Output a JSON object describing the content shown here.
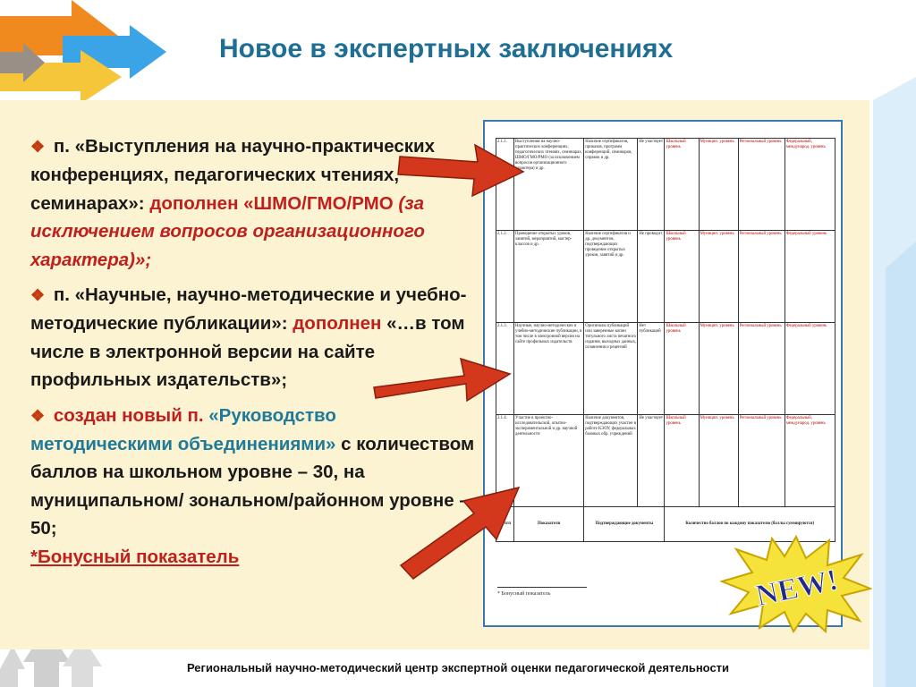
{
  "title": "Новое в экспертных заключениях",
  "bullets": [
    {
      "a": "п. «Выступления на научно-практических конференциях, педагогических чтениях, семинарах»:",
      "b": "дополнен «ШМО/ГМО/РМО",
      "c": "(за исключением вопросов организационного характера)»;"
    },
    {
      "a": "п. «Научные, научно-методические и учебно-методические публикации»:",
      "b": "дополнен",
      "c": "«…в том числе в электронной версии на сайте профильных издательств»;"
    },
    {
      "a": "создан новый п.",
      "b": "«Руководство методическими объединениями»",
      "c": "с количеством баллов на школьном уровне – 30, на муниципальном/ зональном/районном уровне – 50;",
      "d": "*Бонусный показатель"
    }
  ],
  "doc": {
    "rows": [
      [
        "2.1.1.",
        "Выступления на научно-практических конференциях, педагогических чтениях, семинарах, ШМО/ГМО/РМО (за исключением вопросов организационного характера) и др.",
        "Наличие сертификатов, приказов, программ конференций, семинаров, справок и др.",
        "Не участвует",
        "Школьный уровень",
        "Муницип. уровень",
        "Региональный уровень",
        "Федеральный, международ. уровень"
      ],
      [
        "2.1.2.",
        "Проведение открытых уроков, занятий, мероприятий, мастер-классов и др.",
        "Наличие сертификатов и др. документов, подтверждающих проведение открытых уроков, занятий и др.",
        "Не проводит",
        "Школьный уровень",
        "Муницип. уровень",
        "Региональный уровень",
        "Федеральный уровень"
      ],
      [
        "2.1.3.",
        "Научные, научно-методические и учебно-методические публикации, в том числе в электронной версии на сайте профильных издательств",
        "Оригиналы публикаций или заверенные копии титульного листа печатного издания, выходных данных, оглавления и рецензий",
        "Нет публикаций",
        "Школьный уровень",
        "Муницип. уровень",
        "Региональный уровень",
        "Федеральный уровень"
      ],
      [
        "2.1.4.",
        "Участие в проектно-исследовательской, опытно-экспериментальной и др. научной деятельности",
        "Наличие документов, подтверждающих участие в работе КЭОУ, федеральных базовых обр. учреждений",
        "Не участвует",
        "Школьный уровень",
        "Муницип. уровень",
        "Региональный уровень",
        "Федеральный, международ. уровень"
      ]
    ],
    "header": [
      "№ п/п",
      "Показатели",
      "Подтверждающие документы",
      "Количество баллов по каждому показателю (баллы суммируются)"
    ],
    "footnote": "* Бонусный показатель"
  },
  "badge": "NEW!",
  "footer": "Региональный научно-методический центр экспертной оценки педагогической деятельности",
  "colors": {
    "title": "#1f6e93",
    "accent_red": "#c0201d",
    "teal": "#1f7a9a",
    "panel": "#fbf3d2",
    "arrow_red": "#d4381c",
    "badge": "#f5e23a"
  }
}
